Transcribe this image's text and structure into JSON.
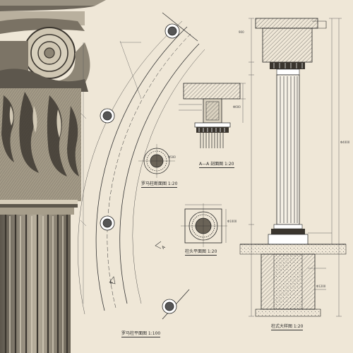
{
  "drawing": {
    "captions": {
      "arc_plan": "罗马柱平面图 1:100",
      "column_section": "罗马柱断面图 1:20",
      "aa_section": "A—A 剖面图 1:20",
      "base_detail": "柱头平面图 1:20",
      "elevation": "柱式大样图 1:20"
    },
    "section_mark": "A",
    "dims": {
      "d1": "Φ500",
      "d2": "Φ600",
      "d3": "Φ1000",
      "d4": "Φ4000",
      "d5": "900",
      "d6": "Φ1200"
    }
  },
  "colors": {
    "paper": "#efe7d7",
    "ink": "#2a2a2a",
    "stone": "#8b8475",
    "hatch": "#5a5246"
  }
}
